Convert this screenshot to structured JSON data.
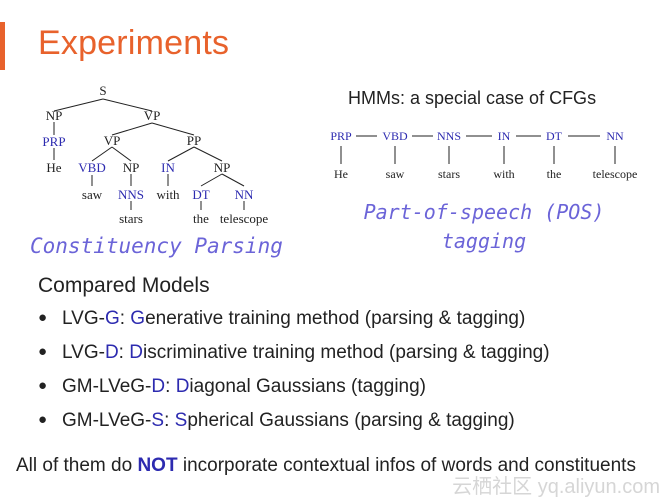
{
  "slide": {
    "title": "Experiments"
  },
  "colors": {
    "accent": "#e8622c",
    "blue": "#2d2bb0",
    "hand": "#6b64d8",
    "text": "#222222"
  },
  "tree": {
    "nodes": {
      "S": "S",
      "NP1": "NP",
      "PRP": "PRP",
      "He": "He",
      "VP1": "VP",
      "VP2": "VP",
      "VBD": "VBD",
      "saw": "saw",
      "NP2": "NP",
      "NNS": "NNS",
      "stars": "stars",
      "PP": "PP",
      "IN": "IN",
      "with": "with",
      "NP3": "NP",
      "DT": "DT",
      "the": "the",
      "NN": "NN",
      "telescope": "telescope"
    }
  },
  "hmm": {
    "title": "HMMs: a special case of CFGs",
    "tags": [
      "PRP",
      "VBD",
      "NNS",
      "IN",
      "DT",
      "NN"
    ],
    "words": [
      "He",
      "saw",
      "stars",
      "with",
      "the",
      "telescope"
    ]
  },
  "annotations": {
    "constituency": "Constituency Parsing",
    "pos_line1": "Part-of-speech (POS)",
    "pos_line2": "tagging"
  },
  "section_title": "Compared Models",
  "models": [
    {
      "name_prefix": "LVG-",
      "abbr": "G",
      "sep": ": ",
      "initial": "G",
      "rest": "enerative training method (parsing & tagging)"
    },
    {
      "name_prefix": "LVG-",
      "abbr": "D",
      "sep": ": ",
      "initial": "D",
      "rest": "iscriminative training method (parsing & tagging)"
    },
    {
      "name_prefix": "GM-LVeG-",
      "abbr": "D",
      "sep": ": ",
      "initial": "D",
      "rest": "iagonal Gaussians (tagging)"
    },
    {
      "name_prefix": "GM-LVeG-",
      "abbr": "S",
      "sep": ": ",
      "initial": "S",
      "rest": "pherical Gaussians (parsing & tagging)"
    }
  ],
  "bullet": "●",
  "footer": {
    "pre": "All of them do ",
    "bold": "NOT",
    "post": " incorporate contextual infos of words and constituents"
  },
  "watermark": "云栖社区 yq.aliyun.com"
}
